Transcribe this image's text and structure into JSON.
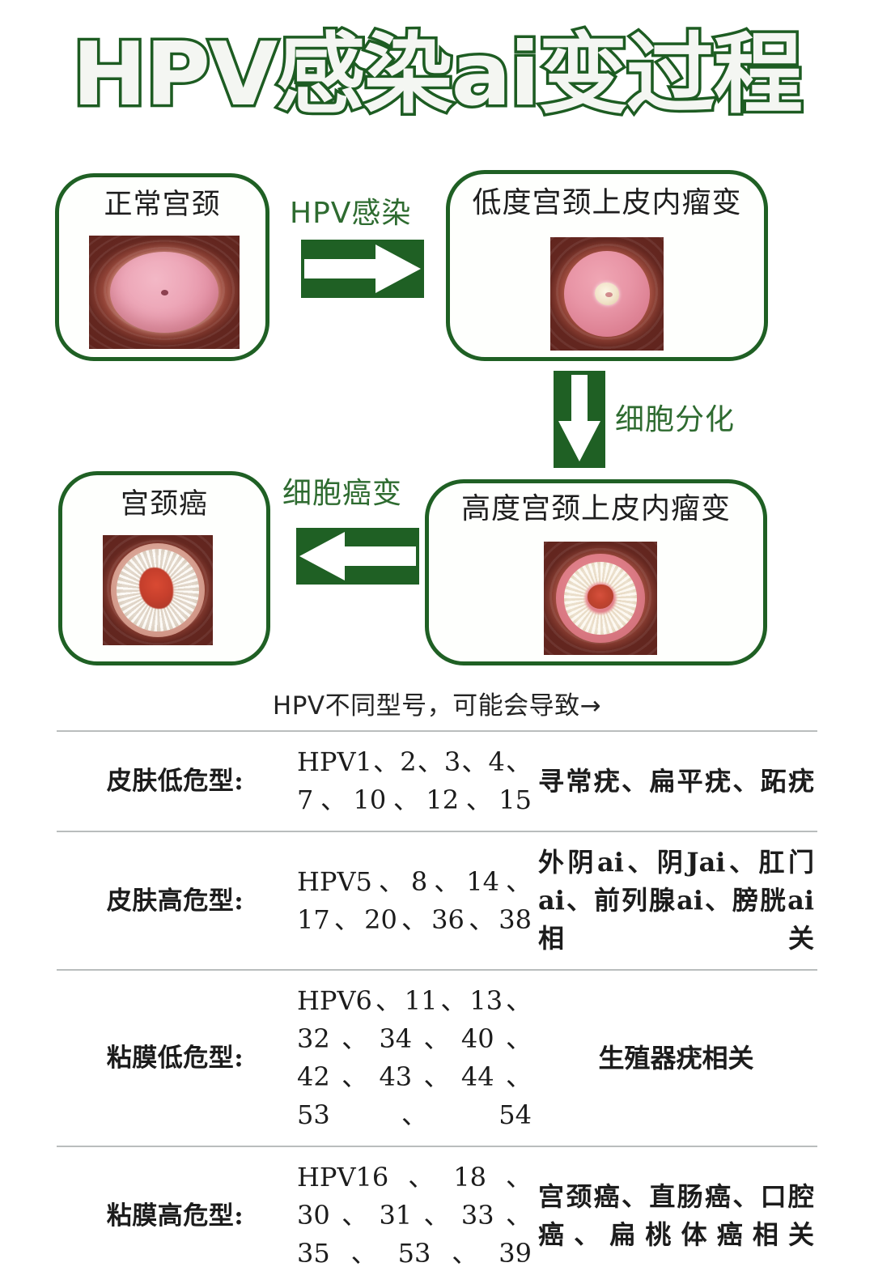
{
  "title": "HPV感染ai变过程",
  "colors": {
    "green": "#1f6024",
    "green_text": "#2e6b30",
    "title_fill": "#f4f6f2",
    "title_stroke": "#1d5c22",
    "rule": "#b9bdbd"
  },
  "diagram": {
    "panels": [
      {
        "id": "normal",
        "label": "正常宫颈"
      },
      {
        "id": "lsil",
        "label": "低度宫颈上皮内瘤变"
      },
      {
        "id": "cancer",
        "label": "宫颈癌"
      },
      {
        "id": "hsil",
        "label": "高度宫颈上皮内瘤变"
      }
    ],
    "arrows": [
      {
        "id": "right",
        "label": "HPV感染",
        "direction": "right"
      },
      {
        "id": "down",
        "label": "细胞分化",
        "direction": "down"
      },
      {
        "id": "left",
        "label": "细胞癌变",
        "direction": "left"
      }
    ]
  },
  "table": {
    "caption": "HPV不同型号，可能会导致→",
    "rows": [
      {
        "category": "皮肤低危型:",
        "types": "HPV1、2、3、4、7、10、12、15",
        "diseases": "寻常疣、扁平疣、跖疣",
        "disease_center": false
      },
      {
        "category": "皮肤高危型:",
        "types": "HPV5、8、14、17、20、36、38",
        "diseases": "外阴ai、阴Jai、肛门ai、前列腺ai、膀胱ai相关",
        "disease_center": false
      },
      {
        "category": "粘膜低危型:",
        "types": "HPV6、11、13、32、34、40、42、43、44、53、54",
        "diseases": "生殖器疣相关",
        "disease_center": true
      },
      {
        "category": "粘膜高危型:",
        "types": "HPV16、18、30、31、33、35、53、39",
        "diseases": "宫颈癌、直肠癌、口腔癌、扁桃体癌相关",
        "disease_center": false
      }
    ]
  }
}
